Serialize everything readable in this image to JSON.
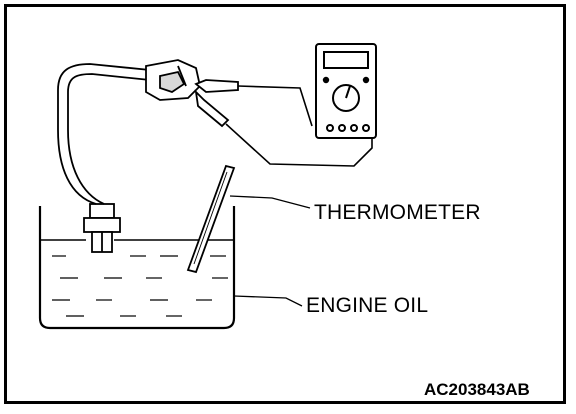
{
  "labels": {
    "thermometer": "THERMOMETER",
    "engine_oil": "ENGINE OIL"
  },
  "figure_code": "AC203843AB"
}
